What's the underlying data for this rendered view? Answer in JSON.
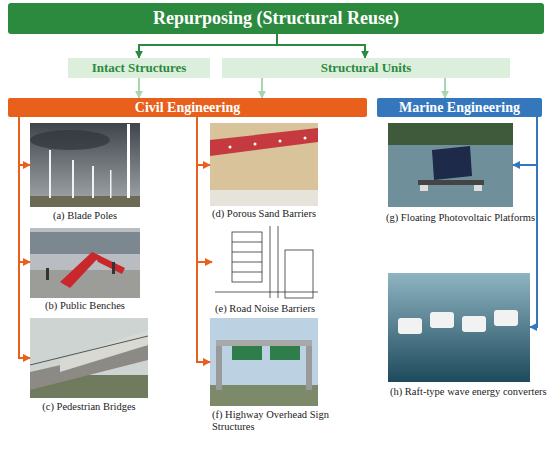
{
  "diagram": {
    "nodes": [
      {
        "text": [
          "Repurposing (Structural Reuse)"
        ]
      },
      {
        "text": [
          "Intact Structures"
        ]
      },
      {
        "text": [
          "Structural Units"
        ]
      },
      {
        "text": [
          "Civil Engineering"
        ]
      },
      {
        "text": [
          "Marine Engineering"
        ]
      },
      {
        "text": [
          "(a) Blade Poles"
        ]
      },
      {
        "text": [
          "(b) Public Benches"
        ]
      },
      {
        "text": [
          "(c) Pedestrian Bridges"
        ]
      },
      {
        "text": [
          "(d) Porous Sand Barriers"
        ]
      },
      {
        "text": [
          "(e) Road Noise Barriers"
        ]
      },
      {
        "text": [
          "(f) Highway Overhead Sign Structures"
        ]
      },
      {
        "text": [
          "(g) Floating Photovoltaic Platforms"
        ]
      },
      {
        "text": [
          "(h) Raft-type wave energy converters"
        ]
      }
    ],
    "edges": [
      {
        "from": 0,
        "to": 1,
        "arrow": "to"
      },
      {
        "from": 0,
        "to": 2,
        "arrow": "to"
      },
      {
        "from": 1,
        "to": 3,
        "arrow": "to"
      },
      {
        "from": 2,
        "to": 3,
        "arrow": "to"
      },
      {
        "from": 2,
        "to": 4,
        "arrow": "to"
      },
      {
        "from": 3,
        "to": 5,
        "arrow": "to"
      },
      {
        "from": 3,
        "to": 6,
        "arrow": "to"
      },
      {
        "from": 3,
        "to": 7,
        "arrow": "to"
      },
      {
        "from": 3,
        "to": 8,
        "arrow": "to"
      },
      {
        "from": 3,
        "to": 9,
        "arrow": "to"
      },
      {
        "from": 3,
        "to": 10,
        "arrow": "to"
      },
      {
        "from": 4,
        "to": 11,
        "arrow": "to"
      },
      {
        "from": 4,
        "to": 12,
        "arrow": "to"
      }
    ]
  }
}
